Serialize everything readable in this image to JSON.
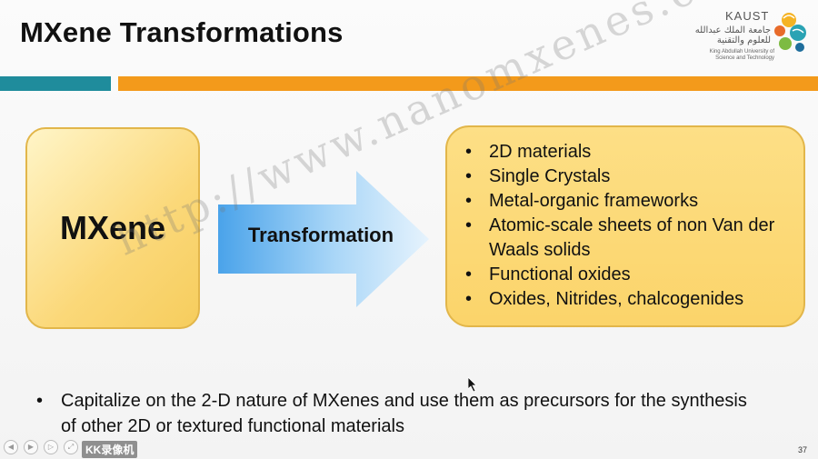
{
  "title": "MXene Transformations",
  "logo": {
    "name": "KAUST",
    "arabic": "جامعة الملك عبدالله للعلوم والتقنية",
    "english_line1": "King Abdullah University of",
    "english_line2": "Science and Technology"
  },
  "left_box": {
    "label": "MXene"
  },
  "arrow": {
    "label": "Transformation"
  },
  "right_box": {
    "items": [
      "2D materials",
      "Single Crystals",
      "Metal-organic frameworks",
      "Atomic-scale sheets of non Van der Waals solids",
      "Functional oxides",
      "Oxides, Nitrides, chalcogenides"
    ]
  },
  "bottom_bullet": "Capitalize on the 2-D nature of MXenes and use them as precursors for the synthesis of other 2D or textured functional materials",
  "watermark": "http://www.nanomxenes.com",
  "page_number": "37",
  "recorder_label": "KK录像机",
  "player_controls": [
    "rewind-icon",
    "play-icon",
    "forward-icon",
    "fullscreen-icon"
  ],
  "colors": {
    "teal_bar": "#1f8c9c",
    "orange_bar": "#f39a1b",
    "box_fill": "#fbd46a",
    "box_border": "#e2b64a",
    "arrow": "#6fb9ee"
  }
}
